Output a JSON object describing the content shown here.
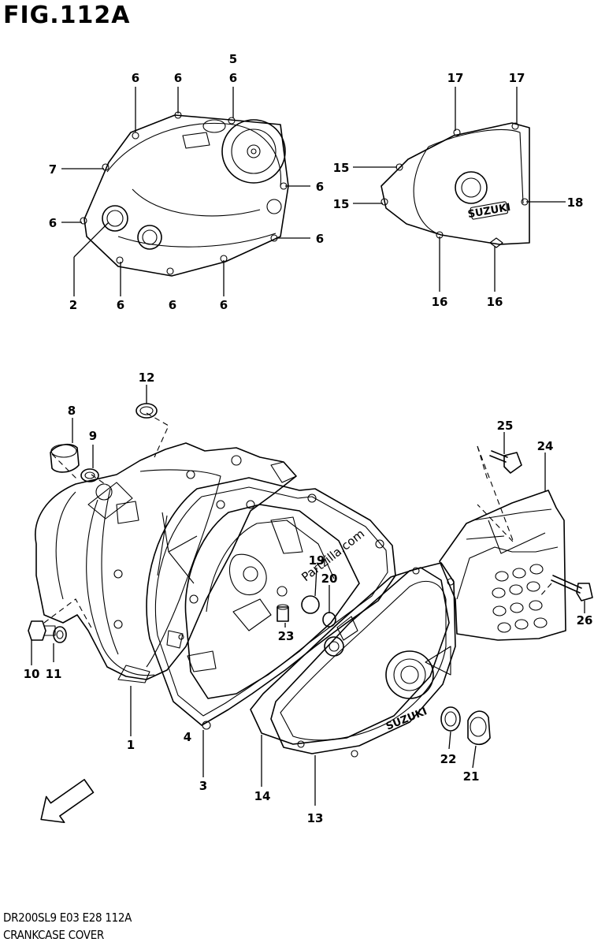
{
  "figure": {
    "title": "FIG.112A",
    "code": "DR200SL9  E03  E28  112A",
    "caption": "CRANKCASE COVER"
  },
  "brand_marks": {
    "cover_logo": "SUZUKI",
    "watermark": "Partzilla.com",
    "direction": "FWD"
  },
  "callouts": [
    "5",
    "6",
    "6",
    "6",
    "7",
    "6",
    "6",
    "6",
    "2",
    "6",
    "6",
    "6",
    "17",
    "17",
    "15",
    "15",
    "18",
    "16",
    "16",
    "12",
    "8",
    "9",
    "25",
    "24",
    "19",
    "20",
    "23",
    "10",
    "11",
    "26",
    "1",
    "4",
    "3",
    "14",
    "13",
    "22",
    "21"
  ]
}
